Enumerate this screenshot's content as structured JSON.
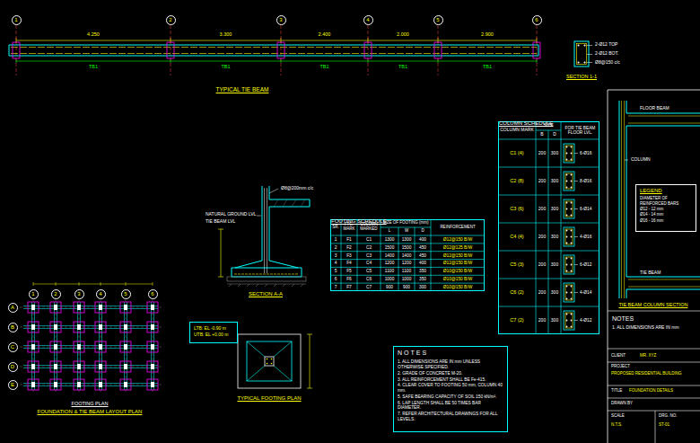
{
  "diagram": {
    "nodes": [
      {
        "text": [
          "1"
        ]
      },
      {
        "text": [
          "2"
        ]
      },
      {
        "text": [
          "3"
        ]
      },
      {
        "text": [
          "4"
        ]
      },
      {
        "text": [
          "5"
        ]
      },
      {
        "text": [
          "6"
        ]
      },
      {
        "text": [
          "1"
        ]
      },
      {
        "text": [
          "2"
        ]
      },
      {
        "text": [
          "3"
        ]
      },
      {
        "text": [
          "4"
        ]
      },
      {
        "text": [
          "5"
        ]
      },
      {
        "text": [
          "6"
        ]
      },
      {
        "text": [
          "A"
        ]
      },
      {
        "text": [
          "B"
        ]
      },
      {
        "text": [
          "C"
        ]
      },
      {
        "text": [
          "D"
        ]
      },
      {
        "text": [
          "E"
        ]
      },
      {
        "text": [
          "COLUMN SCHEDULE"
        ]
      },
      {
        "text": [
          "FOOTING SCHEDULE"
        ]
      },
      {
        "text": [
          "NOTES",
          "1. ALL DIMENSIONS ARE IN mm UNLESS OTHERWISE SPECIFIED.",
          "2. GRADE OF CONCRETE M-20.",
          "3. ALL REINFORCEMENT SHALL BE Fe-415.",
          "4. CLEAR COVER TO FOOTING 50 mm, COLUMN 40 mm.",
          "5. SAFE BEARING CAPACITY OF SOIL 150 kN/m².",
          "6. LAP LENGTH SHALL BE 50 TIMES BAR DIAMETER.",
          "7. REFER ARCHITECTURAL DRAWINGS FOR ALL LEVELS."
        ]
      },
      {
        "text": [
          "LEGEND",
          "DIAMETER OF REINFORCED BARS",
          "Ø12 - 12 mm",
          "Ø14 - 14 mm",
          "Ø16 - 16 mm"
        ]
      },
      {
        "text": [
          "LTB: EL -0.90 m",
          "UTB: EL +0.00 m"
        ]
      }
    ],
    "labels": [
      "4.250",
      "3.300",
      "2.400",
      "2.000",
      "2.900",
      "TB1",
      "TB1",
      "TB1",
      "TB1",
      "TB1",
      "TYPICAL TIE BEAM",
      "2-Ø12 TOP",
      "2-Ø12 BOT.",
      "Ø8@150 c/c",
      "SECTION 1-1",
      "Ø8@200mm c/c",
      "NATURAL GROUND LVL",
      "TIE BEAM LVL",
      "SECTION A-A",
      "TYPICAL FOOTING PLAN",
      "FOOTING PLAN",
      "FOUNDATION & TIE BEAM LAYOUT PLAN",
      "COLUMN MARK",
      "SIZE",
      "FOR TIE BEAM FLOOR LVL.",
      "B",
      "D",
      "C1 (4)",
      "200",
      "300",
      "6-Ø16",
      "C2 (8)",
      "200",
      "300",
      "8-Ø16",
      "C3 (6)",
      "200",
      "300",
      "6-Ø14",
      "C4 (4)",
      "200",
      "300",
      "4-Ø16",
      "C5 (3)",
      "200",
      "300",
      "6-Ø12",
      "C6 (2)",
      "200",
      "300",
      "4-Ø14",
      "C7 (2)",
      "200",
      "300",
      "4-Ø12",
      "SR.",
      "FTG. MARK",
      "COLUMN MARKED",
      "SIZE OF FOOTING (mm)",
      "L",
      "W",
      "D",
      "REINFORCEMENT",
      "1",
      "F1",
      "C1",
      "1300",
      "1300",
      "400",
      "Ø12@150 B/W",
      "2",
      "F2",
      "C2",
      "1500",
      "1500",
      "450",
      "Ø12@125 B/W",
      "3",
      "F3",
      "C3",
      "1400",
      "1400",
      "450",
      "Ø12@150 B/W",
      "4",
      "F4",
      "C4",
      "1200",
      "1200",
      "400",
      "Ø12@150 B/W",
      "5",
      "F5",
      "C5",
      "1100",
      "1100",
      "350",
      "Ø10@150 B/W",
      "6",
      "F6",
      "C6",
      "1000",
      "1000",
      "350",
      "Ø10@150 B/W",
      "7",
      "F7",
      "C7",
      "900",
      "900",
      "300",
      "Ø10@150 B/W",
      "FLOOR BEAM",
      "COLUMN",
      "TIE BEAM",
      "TIE BEAM COLUMN SECTION",
      "NOTES",
      "1. ALL DIMENSIONS ARE IN mm",
      "CLIENT",
      "MR. XYZ",
      "PROJECT",
      "PROPOSED RESIDENTIAL BUILDING",
      "TITLE",
      "FOUNDATION DETAILS",
      "DRAWN BY",
      "SCALE",
      "N.T.S.",
      "DRG. NO.",
      "ST-01"
    ]
  }
}
